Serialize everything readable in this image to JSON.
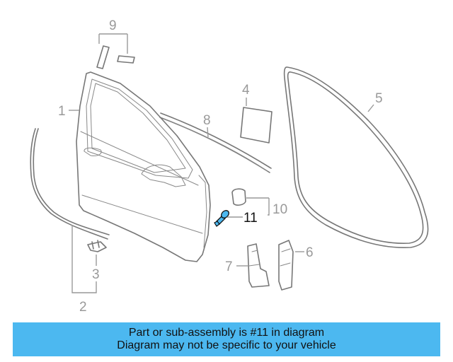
{
  "callouts": {
    "c1": "1",
    "c2": "2",
    "c3": "3",
    "c4": "4",
    "c5": "5",
    "c6": "6",
    "c7": "7",
    "c8": "8",
    "c9": "9",
    "c10": "10",
    "c11": "11"
  },
  "highlighted_part": "11",
  "colors": {
    "highlight": "#4cb8f0",
    "line_art": "#777777",
    "callout_text": "#999999"
  },
  "banner": {
    "line1": "Part or sub-assembly is #11 in diagram",
    "line2": "Diagram may not be specific to your vehicle"
  }
}
